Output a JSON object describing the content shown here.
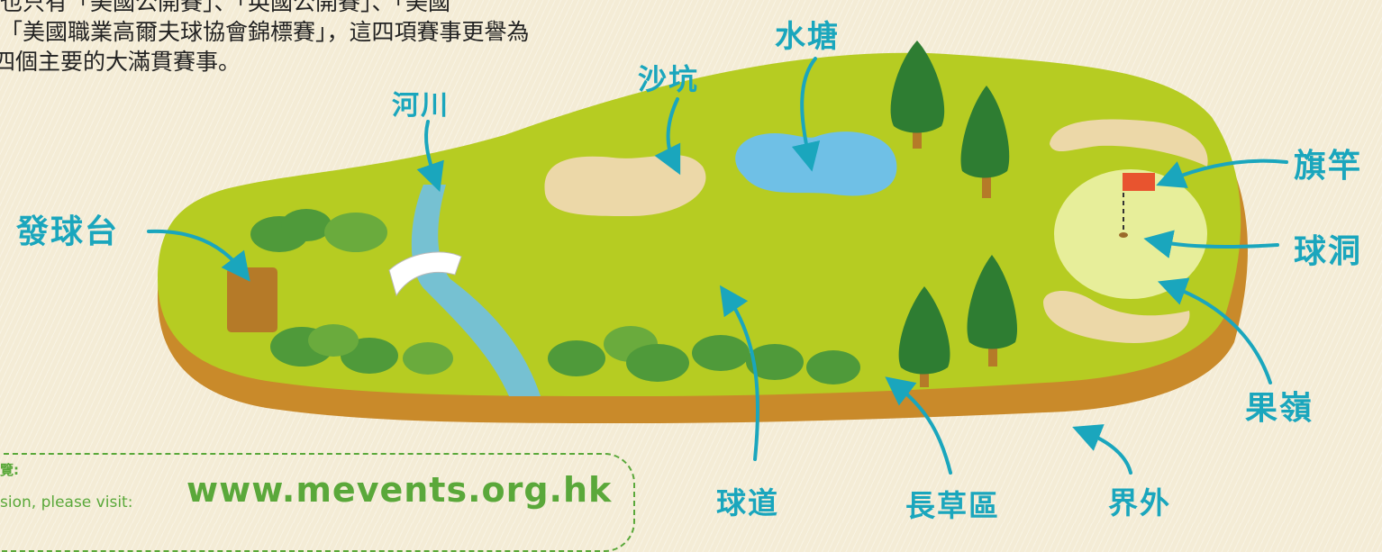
{
  "intro": {
    "line1": "也只有「美國公開賽」、「英國公開賽」、「美國",
    "line2": "「美國職業高爾夫球協會錦標賽」，這四項賽事更譽為",
    "line3": "四個主要的大滿貫賽事。"
  },
  "labels": {
    "tee": "發球台",
    "river": "河川",
    "bunker": "沙坑",
    "pond": "水塘",
    "flagstick": "旗竿",
    "hole": "球洞",
    "green": "果嶺",
    "fairway": "球道",
    "rough": "長草區",
    "out_of_bounds": "界外"
  },
  "website": {
    "cn_label": "覽:",
    "en_label": "sion, please visit:",
    "url": "www.mevents.org.hk"
  },
  "colors": {
    "label": "#1aa6bd",
    "grass": "#b6cc22",
    "soil": "#c98a2a",
    "water": "#6fc0e6",
    "sand": "#ecd8a8",
    "green_area": "#e7ee9a",
    "tree": "#3f8f3a",
    "flag": "#e8542f",
    "web": "#5aa83a"
  }
}
